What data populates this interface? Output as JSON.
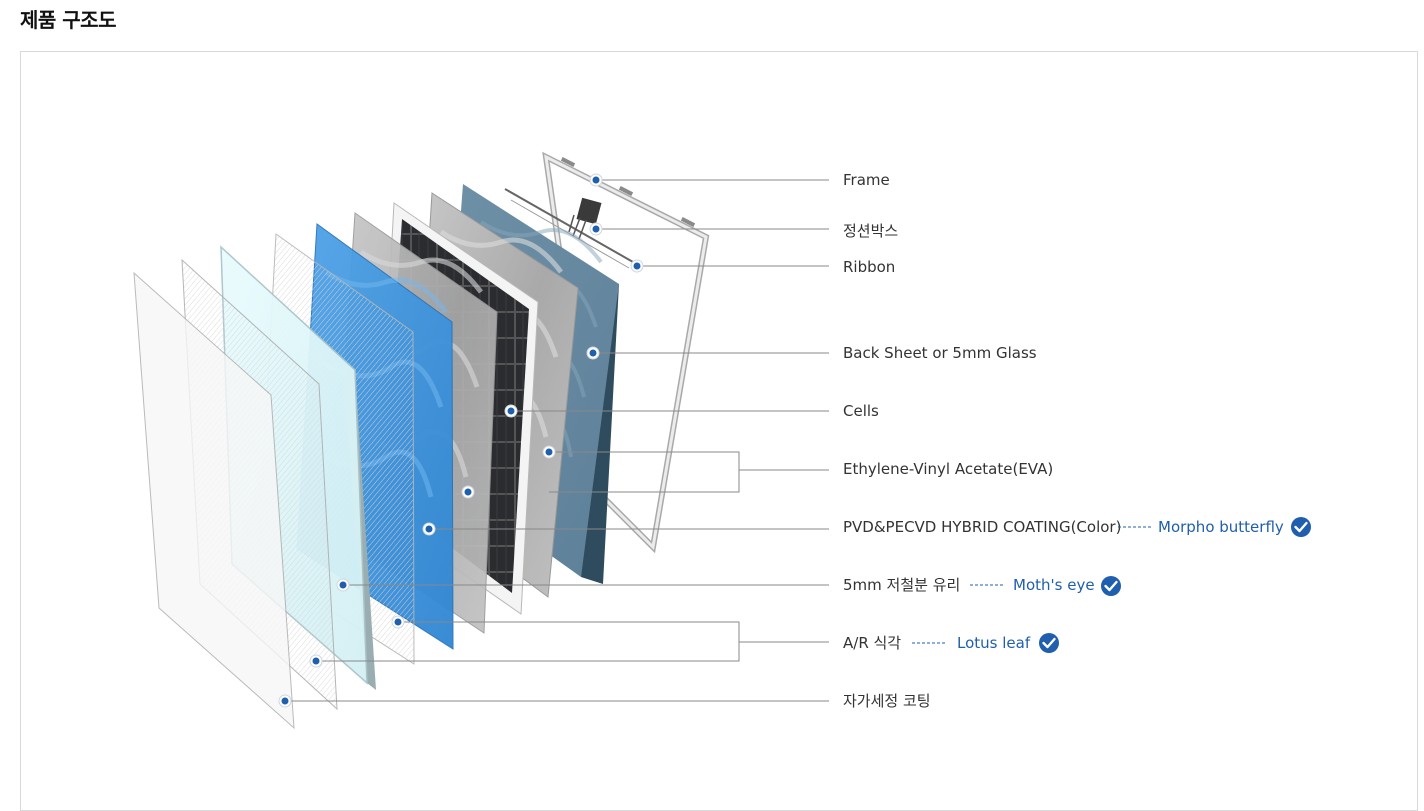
{
  "page_title": "제품 구조도",
  "labels": {
    "frame": "Frame",
    "junction_box": "정션박스",
    "ribbon": "Ribbon",
    "back_sheet": "Back Sheet or 5mm Glass",
    "cells": "Cells",
    "eva": "Ethylene-Vinyl Acetate(EVA)",
    "coating": "PVD&PECVD HYBRID COATING(Color)",
    "glass": "5mm 저철분 유리",
    "ar": "A/R 식각",
    "self_clean": "자가세정 코팅"
  },
  "technologies": {
    "coating": "Morpho butterfly",
    "glass": "Moth's eye",
    "ar": "Lotus leaf"
  },
  "icons": {
    "check": "check-circle-icon"
  },
  "colors": {
    "accent": "#1f5fae",
    "back_sheet": "#3f6a80",
    "blue_layer": "#3f93db",
    "cells": "#2a2c30"
  }
}
